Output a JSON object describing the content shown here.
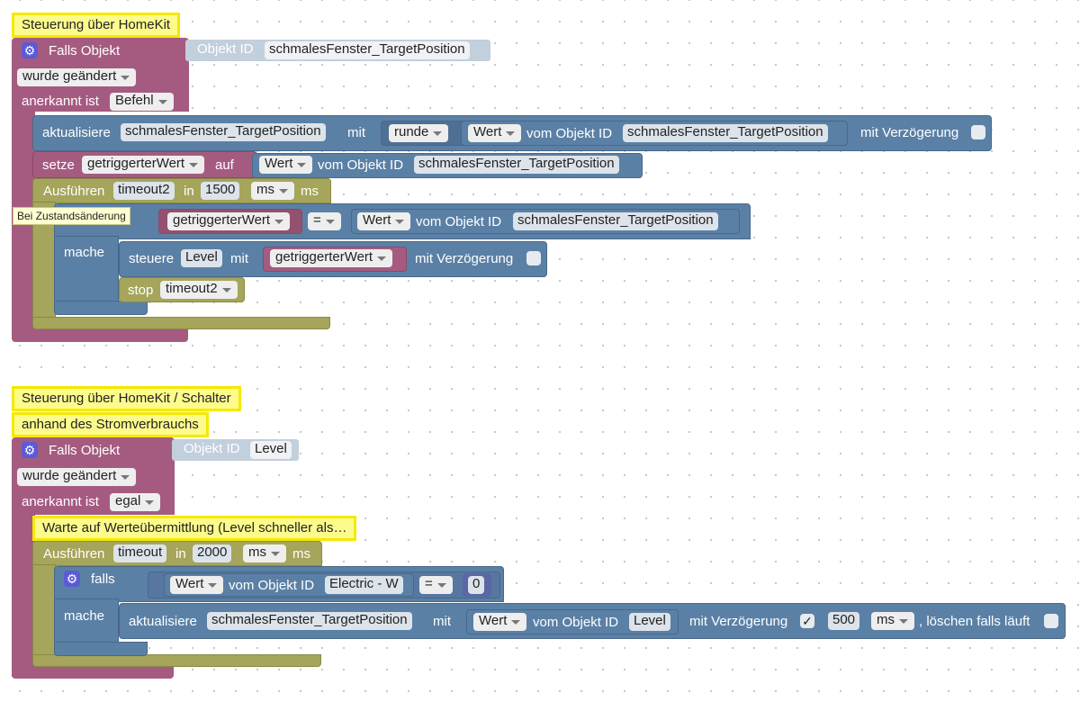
{
  "group1": {
    "comment": "Steuerung über HomeKit",
    "trigger": {
      "label": "Falls Objekt",
      "object_id_label": "Objekt ID",
      "object_id": "schmalesFenster_TargetPosition",
      "changed": "wurde geändert",
      "ack_label": "anerkannt ist",
      "ack_value": "Befehl"
    },
    "update": {
      "label": "aktualisiere",
      "target": "schmalesFenster_TargetPosition",
      "with": "mit",
      "round": "runde",
      "value": "Wert",
      "from_object": "vom Objekt ID",
      "source": "schmalesFenster_TargetPosition",
      "delay": "mit Verzögerung"
    },
    "set": {
      "label": "setze",
      "variable": "getriggerterWert",
      "to": "auf",
      "value": "Wert",
      "from_object": "vom Objekt ID",
      "source": "schmalesFenster_TargetPosition"
    },
    "timeout": {
      "label": "Ausführen",
      "name": "timeout2",
      "in": "in",
      "ms_value": "1500",
      "unit": "ms",
      "unit_suffix": "ms"
    },
    "tooltip": "Bei Zustandsänderung",
    "if": {
      "variable": "getriggerterWert",
      "operator": "=",
      "value": "Wert",
      "from_object": "vom Objekt ID",
      "source": "schmalesFenster_TargetPosition",
      "do_label": "mache"
    },
    "control": {
      "label": "steuere",
      "target": "Level",
      "with": "mit",
      "variable": "getriggerterWert",
      "delay": "mit Verzögerung"
    },
    "stop": {
      "label": "stop",
      "name": "timeout2"
    }
  },
  "group2": {
    "comment_line1": "Steuerung über HomeKit / Schalter",
    "comment_line2": "anhand des Stromverbrauchs",
    "trigger": {
      "label": "Falls Objekt",
      "object_id_label": "Objekt ID",
      "object_id": "Level",
      "changed": "wurde geändert",
      "ack_label": "anerkannt ist",
      "ack_value": "egal"
    },
    "comment_inner": "Warte auf Werteübermittlung (Level schneller als…",
    "timeout": {
      "label": "Ausführen",
      "name": "timeout",
      "in": "in",
      "ms_value": "2000",
      "unit": "ms",
      "unit_suffix": "ms"
    },
    "if": {
      "label": "falls",
      "value": "Wert",
      "from_object": "vom Objekt ID",
      "source": "Electric - W",
      "operator": "=",
      "number": "0",
      "do_label": "mache"
    },
    "update": {
      "label": "aktualisiere",
      "target": "schmalesFenster_TargetPosition",
      "with": "mit",
      "value": "Wert",
      "from_object": "vom Objekt ID",
      "source": "Level",
      "delay": "mit Verzögerung",
      "delay_checked": "✓",
      "delay_value": "500",
      "delay_unit": "ms",
      "clear": ", löschen falls läuft"
    }
  },
  "colors": {
    "trigger": "#a55b80",
    "control": "#5b80a5",
    "timeout": "#a5a55b",
    "comment": "#fdfb8c",
    "comment_border": "#f5e900"
  }
}
